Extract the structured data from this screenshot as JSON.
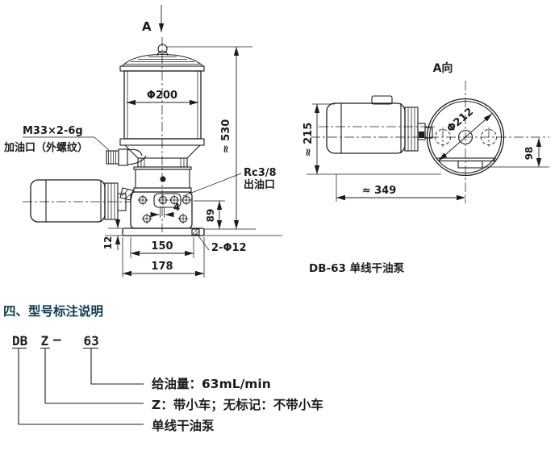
{
  "front_view": {
    "view_arrow": "A",
    "dim_tank_diameter": "Φ200",
    "dim_total_height": "≈ 530",
    "fill_thread": "M33×2-6g",
    "fill_label": "加油口（外螺纹）",
    "outlet_thread": "Rc3/8",
    "outlet_label": "出油口",
    "dim_gap": "4",
    "dim_outlet_h": "89",
    "dim_plate_t": "12",
    "dim_bolt_span": "150",
    "dim_base_w": "178",
    "base_holes": "2-Φ12"
  },
  "side_view": {
    "view_label": "A向",
    "dim_height": "≈ 215",
    "dim_length": "≈ 349",
    "dim_diameter": "Φ212",
    "dim_foot": "98",
    "caption": "DB-63 单线干油泵"
  },
  "model_section": {
    "title": "四、型号标注说明",
    "code": {
      "series": "DB",
      "variant": "Z",
      "dash": "—",
      "flow": "63"
    },
    "notes": [
      "给油量：63mL/min",
      "Z：带小车；无标记：不带小车",
      "单线干油泵"
    ]
  },
  "colors": {
    "ink": "#1c1c1c",
    "section_title": "#123a4e"
  }
}
